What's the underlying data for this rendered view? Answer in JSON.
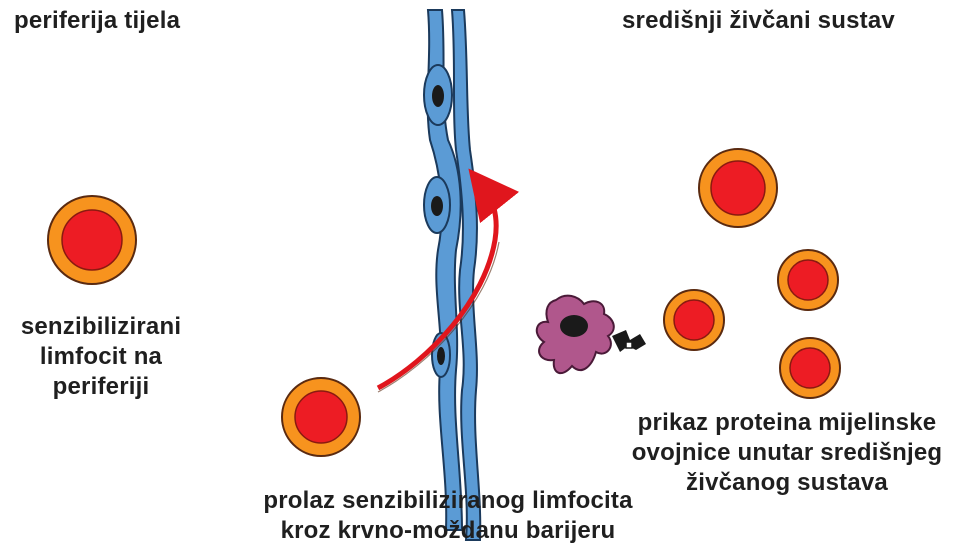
{
  "headers": {
    "periphery": "periferija tijela",
    "cns": "središnji živčani sustav"
  },
  "captions": {
    "sensitized_lymphocyte": [
      "senzibilizirani",
      "limfocit na",
      "periferiji"
    ],
    "crossing": [
      "prolaz senzibiliziranog limfocita",
      "kroz krvno-moždanu barijeru"
    ],
    "myelin_presentation": [
      "prikaz proteina mijelinske",
      "ovojnice unutar središnjeg",
      "živčanog sustava"
    ]
  },
  "colors": {
    "cell_outer": "#f7931e",
    "cell_inner": "#ed1c24",
    "cell_border": "#5a2a10",
    "vessel_fill": "#5b9bd5",
    "vessel_stroke": "#1b3a5c",
    "nucleus": "#1a1a1a",
    "macrophage": "#b0578c",
    "arrow": "#e0161d"
  }
}
